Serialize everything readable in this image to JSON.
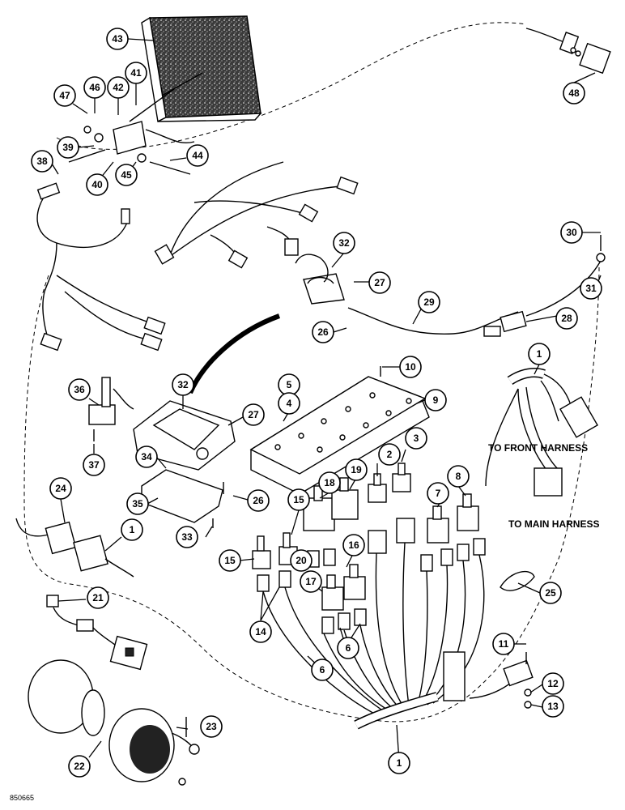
{
  "labels": {
    "to_front_harness": "TO FRONT HARNESS",
    "to_main_harness": "TO MAIN HARNESS",
    "figure_ref": "850665"
  },
  "callouts": [
    {
      "id": "c43",
      "text": "43"
    },
    {
      "id": "c41",
      "text": "41"
    },
    {
      "id": "c42",
      "text": "42"
    },
    {
      "id": "c46",
      "text": "46"
    },
    {
      "id": "c47",
      "text": "47"
    },
    {
      "id": "c39",
      "text": "39"
    },
    {
      "id": "c40",
      "text": "40"
    },
    {
      "id": "c45",
      "text": "45"
    },
    {
      "id": "c44",
      "text": "44"
    },
    {
      "id": "c38",
      "text": "38"
    },
    {
      "id": "c48",
      "text": "48"
    },
    {
      "id": "c30",
      "text": "30"
    },
    {
      "id": "c32a",
      "text": "32"
    },
    {
      "id": "c27a",
      "text": "27"
    },
    {
      "id": "c31",
      "text": "31"
    },
    {
      "id": "c29",
      "text": "29"
    },
    {
      "id": "c28",
      "text": "28"
    },
    {
      "id": "c26a",
      "text": "26"
    },
    {
      "id": "c10",
      "text": "10"
    },
    {
      "id": "c1a",
      "text": "1"
    },
    {
      "id": "c5",
      "text": "5"
    },
    {
      "id": "c4",
      "text": "4"
    },
    {
      "id": "c9",
      "text": "9"
    },
    {
      "id": "c36",
      "text": "36"
    },
    {
      "id": "c32b",
      "text": "32"
    },
    {
      "id": "c27b",
      "text": "27"
    },
    {
      "id": "c37",
      "text": "37"
    },
    {
      "id": "c3",
      "text": "3"
    },
    {
      "id": "c2",
      "text": "2"
    },
    {
      "id": "c19",
      "text": "19"
    },
    {
      "id": "c8",
      "text": "8"
    },
    {
      "id": "c7",
      "text": "7"
    },
    {
      "id": "c34",
      "text": "34"
    },
    {
      "id": "c18",
      "text": "18"
    },
    {
      "id": "c35",
      "text": "35"
    },
    {
      "id": "c26b",
      "text": "26"
    },
    {
      "id": "c15a",
      "text": "15"
    },
    {
      "id": "c24",
      "text": "24"
    },
    {
      "id": "c1b",
      "text": "1"
    },
    {
      "id": "c33",
      "text": "33"
    },
    {
      "id": "c15b",
      "text": "15"
    },
    {
      "id": "c20",
      "text": "20"
    },
    {
      "id": "c16",
      "text": "16"
    },
    {
      "id": "c17",
      "text": "17"
    },
    {
      "id": "c25",
      "text": "25"
    },
    {
      "id": "c21",
      "text": "21"
    },
    {
      "id": "c14",
      "text": "14"
    },
    {
      "id": "c6a",
      "text": "6"
    },
    {
      "id": "c6b",
      "text": "6"
    },
    {
      "id": "c11",
      "text": "11"
    },
    {
      "id": "c12",
      "text": "12"
    },
    {
      "id": "c13",
      "text": "13"
    },
    {
      "id": "c23",
      "text": "23"
    },
    {
      "id": "c1c",
      "text": "1"
    },
    {
      "id": "c22",
      "text": "22"
    }
  ]
}
